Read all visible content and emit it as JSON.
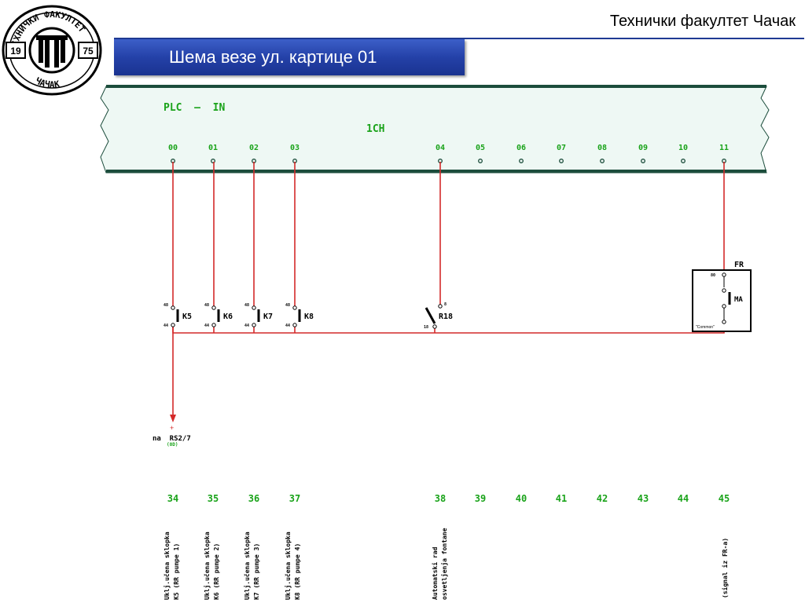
{
  "header": {
    "organization": "Технички факултет Чачак",
    "slide_title": "Шема везе ул. картице 01"
  },
  "logo": {
    "top_text": "ТЕХНИЧКИ ФАКУЛТЕТ",
    "bottom_text": "ЧАЧАК",
    "year_left": "19",
    "year_right": "75"
  },
  "plc": {
    "label": "PLC  –  IN",
    "channel": "1CH",
    "inputs": [
      "00",
      "01",
      "02",
      "03",
      "04",
      "05",
      "06",
      "07",
      "08",
      "09",
      "10",
      "11"
    ]
  },
  "contacts": [
    {
      "label": "K5",
      "pin_top": "48",
      "pin_bottom": "44"
    },
    {
      "label": "K6",
      "pin_top": "48",
      "pin_bottom": "44"
    },
    {
      "label": "K7",
      "pin_top": "48",
      "pin_bottom": "44"
    },
    {
      "label": "K8",
      "pin_top": "48",
      "pin_bottom": "44"
    }
  ],
  "switch": {
    "label": "R18",
    "pin_top": "8",
    "pin_bottom": "18"
  },
  "fr_box": {
    "label": "FR",
    "relay": "MA",
    "pin_top": "80",
    "common": "\"Common\""
  },
  "connector": {
    "text": "na  RS2/7",
    "sub": "(0D)",
    "sign": "+"
  },
  "terminals": [
    "34",
    "35",
    "36",
    "37",
    "38",
    "39",
    "40",
    "41",
    "42",
    "43",
    "44",
    "45"
  ],
  "descriptions": {
    "d34": [
      "Uklj.učena sklopka",
      "K5 (RR pumpe 1)"
    ],
    "d35": [
      "Uklj.učena sklopka",
      "K6 (RR pumpe 2)"
    ],
    "d36": [
      "Uklj.učena sklopka",
      "K7 (RR pumpe 3)"
    ],
    "d37": [
      "Uklj.učena sklopka",
      "K8 (RR pumpe 4)"
    ],
    "d38": [
      "Automatski rad",
      "osvetljenja fontane"
    ],
    "d45": [
      "(signal iz FR-a)"
    ]
  },
  "colors": {
    "wire": "#d42a2a",
    "label_green": "#1aa31a",
    "panel": "#eef8f4",
    "panel_edge": "#1c4d3c",
    "title_blue": "#2441a8"
  }
}
